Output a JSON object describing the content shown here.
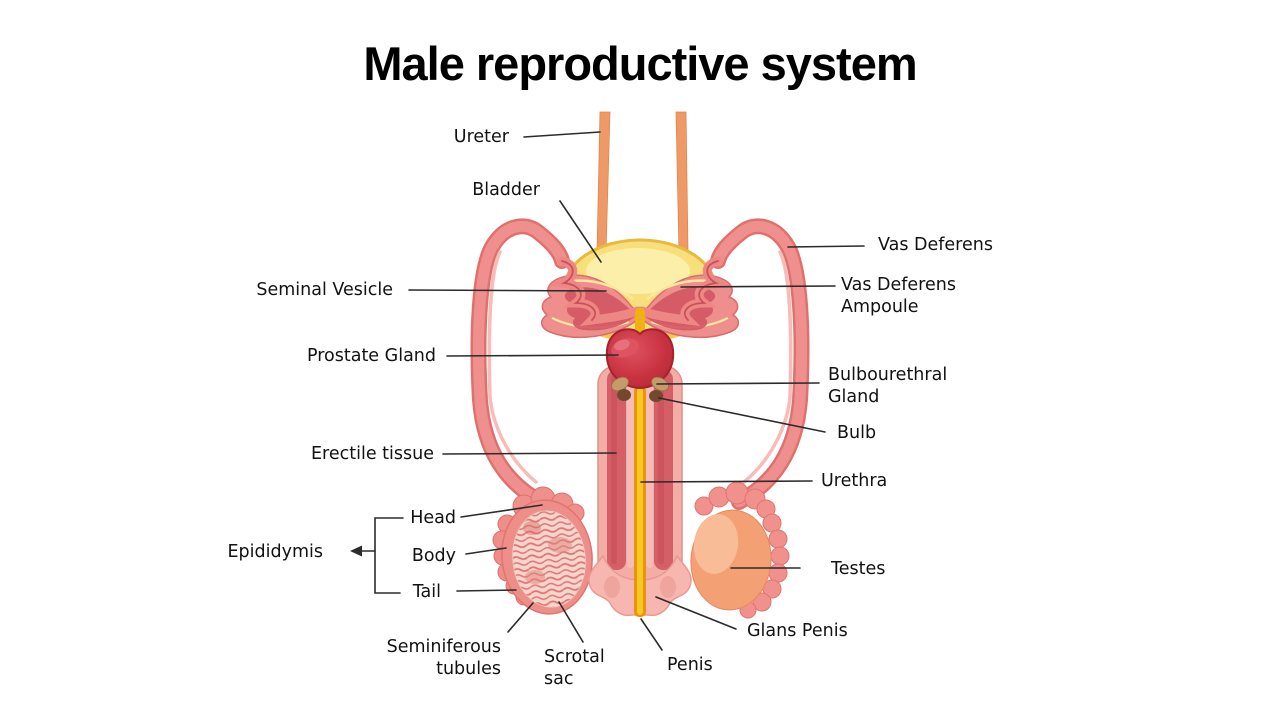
{
  "title": "Male reproductive system",
  "labels": {
    "ureter": "Ureter",
    "bladder": "Bladder",
    "seminal_vesicle": "Seminal Vesicle",
    "prostate_gland": "Prostate Gland",
    "erectile_tissue": "Erectile tissue",
    "epididymis": "Epididymis",
    "epididymis_head": "Head",
    "epididymis_body": "Body",
    "epididymis_tail": "Tail",
    "seminiferous_tubules": "Seminiferous\ntubules",
    "scrotal_sac": "Scrotal\nsac",
    "vas_deferens": "Vas Deferens",
    "vas_deferens_ampoule": "Vas Deferens\nAmpoule",
    "bulbourethral_gland": "Bulbourethral\nGland",
    "bulb": "Bulb",
    "urethra": "Urethra",
    "testes": "Testes",
    "glans_penis": "Glans Penis",
    "penis": "Penis"
  },
  "colors": {
    "background": "#ffffff",
    "text": "#121212",
    "leader_line": "#2b2b2b",
    "ureter": "#ef9a66",
    "bladder": "#f7df7b",
    "bladder_highlight": "#fbefa9",
    "vas_deferens": "#f0908e",
    "seminal_vesicle": "#ef8f8d",
    "prostate": "#c8323f",
    "bulbourethral": "#6f4a2f",
    "erectile_tissue": "#d55f66",
    "urethra": "#f8c822",
    "glans": "#f7b7b0",
    "testis": "#f3a075",
    "scrotum_rim": "#ee8e89"
  }
}
